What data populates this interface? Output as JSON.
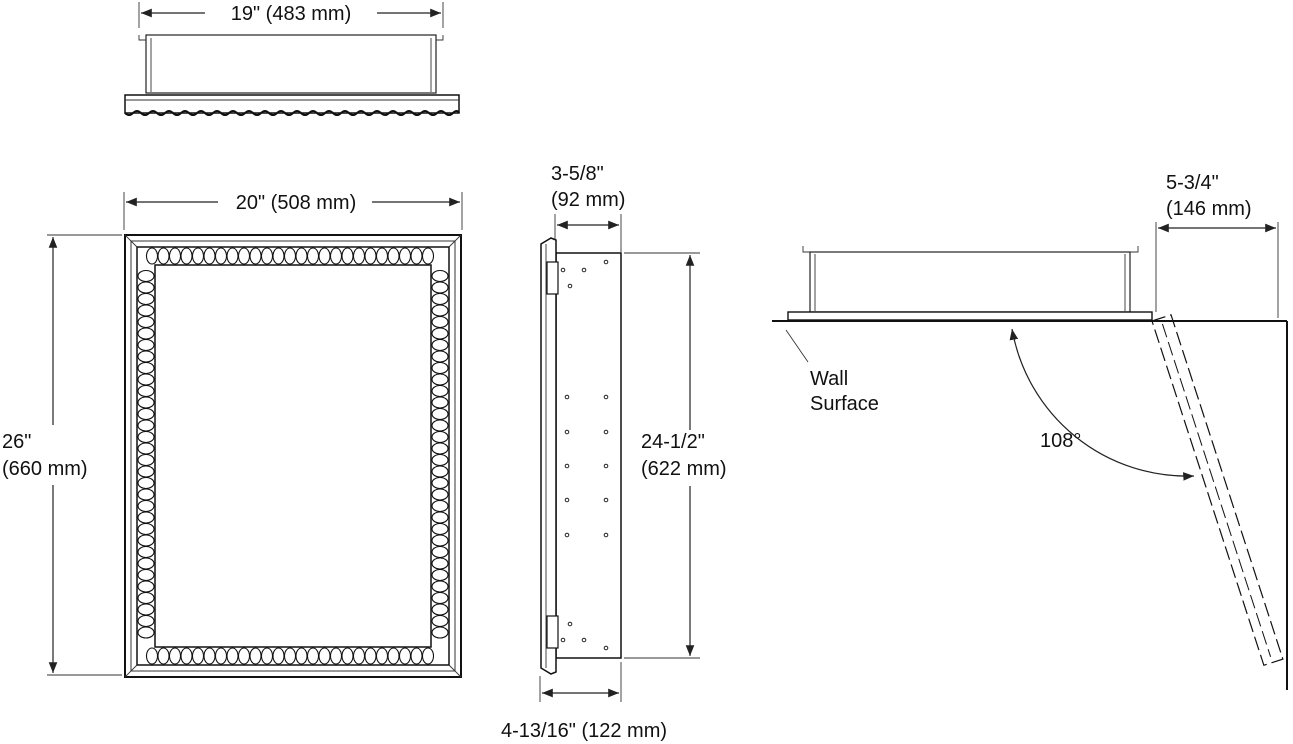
{
  "top_view": {
    "width_label": "19\" (483 mm)"
  },
  "front_view": {
    "width_label": "20\" (508 mm)",
    "height_label_line1": "26\"",
    "height_label_line2": "(660 mm)"
  },
  "side_view": {
    "depth_label_line1": "3-5/8\"",
    "depth_label_line2": "(92 mm)",
    "height_label_line1": "24-1/2\"",
    "height_label_line2": "(622 mm)",
    "overall_depth_label": "4-13/16\" (122 mm)"
  },
  "swing_view": {
    "clearance_label_line1": "5-3/4\"",
    "clearance_label_line2": "(146 mm)",
    "wall_label_line1": "Wall",
    "wall_label_line2": "Surface",
    "angle_label": "108°"
  }
}
